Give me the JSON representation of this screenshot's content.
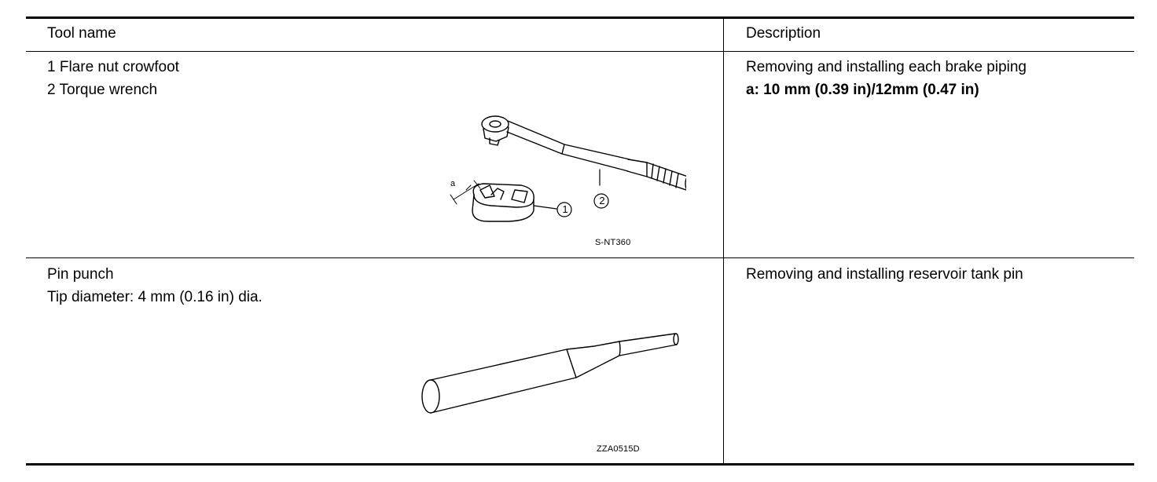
{
  "table": {
    "headers": {
      "tool": "Tool name",
      "description": "Description"
    },
    "rows": [
      {
        "tool_lines": [
          "1 Flare nut crowfoot",
          "2 Torque wrench"
        ],
        "figure": {
          "code": "S-NT360",
          "callouts": {
            "dimension": "a",
            "crowfoot": "1",
            "wrench": "2"
          }
        },
        "description": "Removing and installing each brake piping",
        "spec": "a: 10 mm (0.39 in)/12mm (0.47 in)"
      },
      {
        "tool_lines": [
          "Pin punch",
          "Tip diameter: 4 mm (0.16 in) dia."
        ],
        "figure": {
          "code": "ZZA0515D"
        },
        "description": "Removing and installing reservoir tank pin"
      }
    ]
  }
}
